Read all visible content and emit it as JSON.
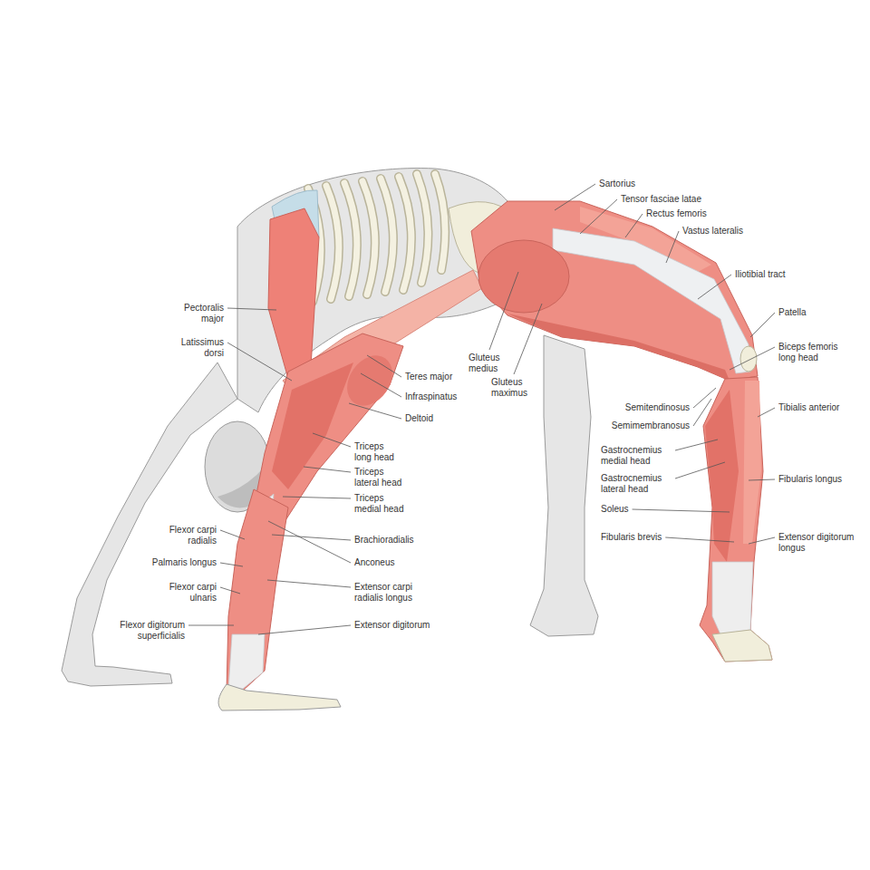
{
  "diagram": {
    "labels": [
      "Sartorius",
      "Tensor fasciae latae",
      "Rectus femoris",
      "Vastus lateralis",
      "Iliotibial tract",
      "Patella",
      "Biceps femoris long head",
      "Tibialis anterior",
      "Semitendinosus",
      "Semimembranosus",
      "Gastrocnemius medial head",
      "Gastrocnemius lateral head",
      "Fibularis longus",
      "Soleus",
      "Fibularis brevis",
      "Extensor digitorum longus",
      "Pectoralis major",
      "Latissimus dorsi",
      "Flexor carpi radialis",
      "Palmaris longus",
      "Flexor carpi ulnaris",
      "Flexor digitorum superficialis",
      "Teres major",
      "Infraspinatus",
      "Deltoid",
      "Triceps long head",
      "Triceps lateral head",
      "Triceps medial head",
      "Brachioradialis",
      "Anconeus",
      "Extensor carpi radialis longus",
      "Extensor digitorum",
      "Gluteus medius",
      "Gluteus maximus"
    ]
  }
}
